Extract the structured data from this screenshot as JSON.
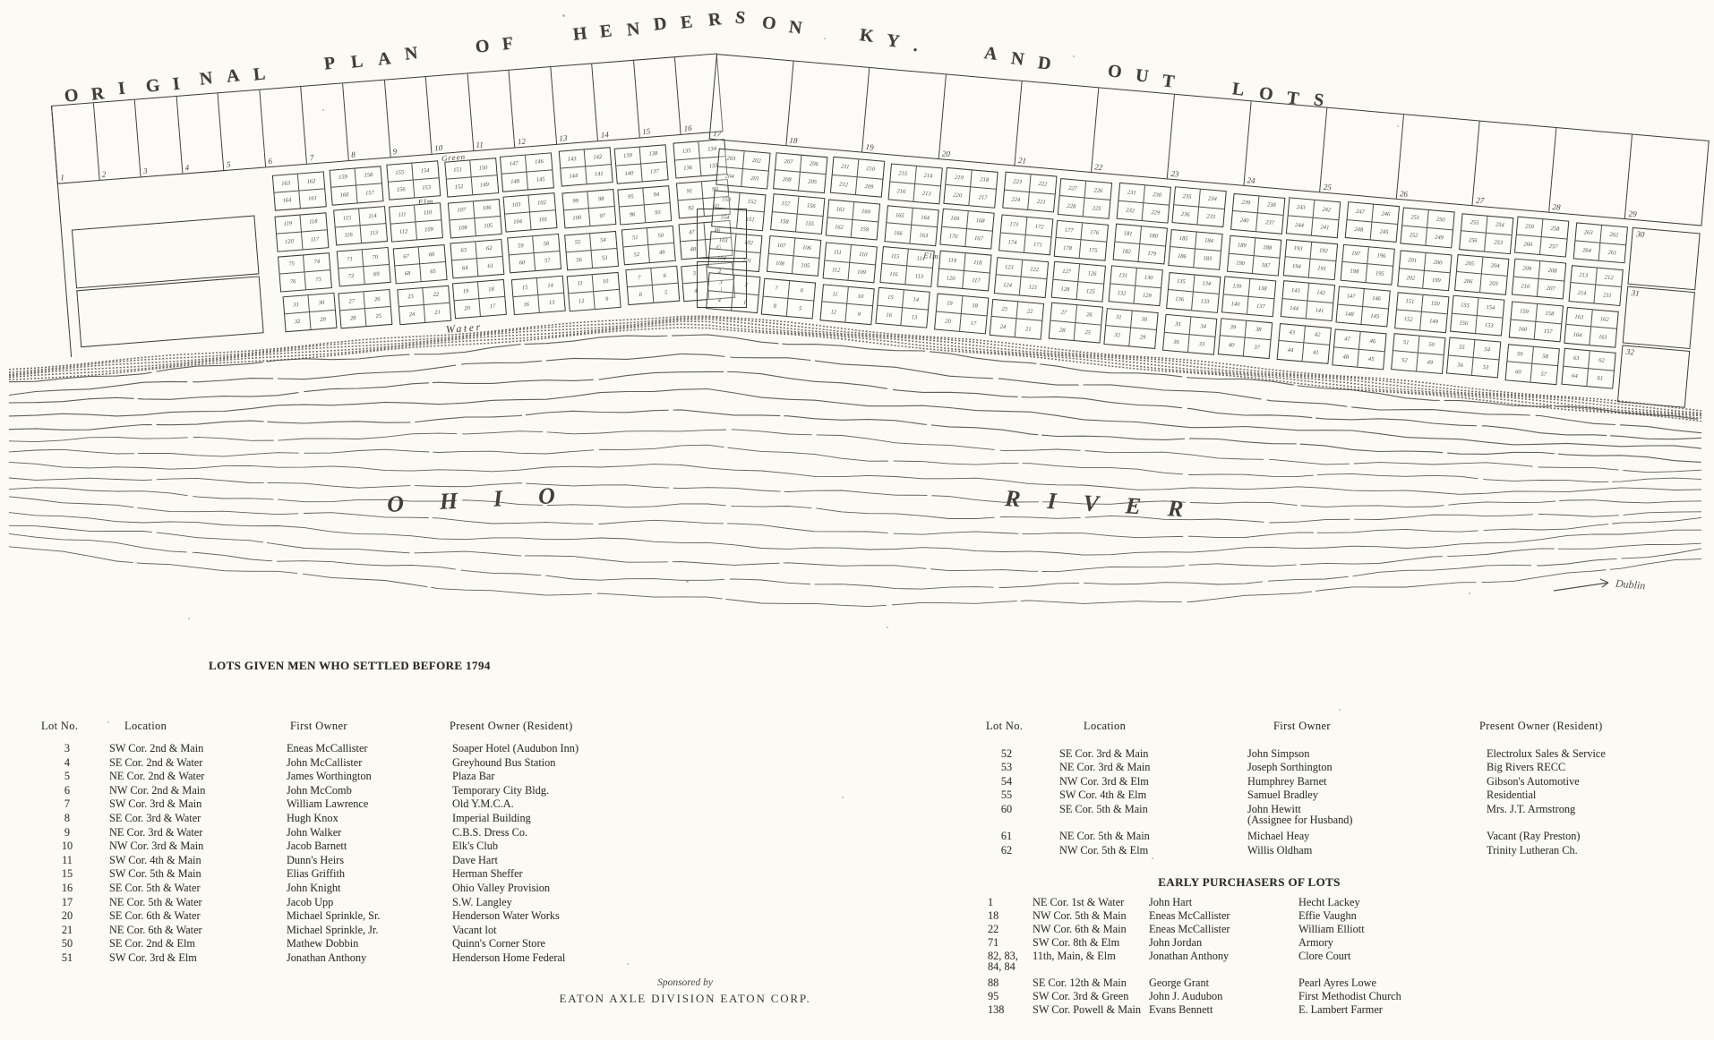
{
  "map": {
    "title_arc": "ORIGINAL PLAN OF HENDERSON KY. AND OUT LOTS",
    "street_labels": {
      "green": "Green",
      "elm": "Elm",
      "water": "Water"
    },
    "river": {
      "left": "OHIO",
      "right": "RIVER",
      "annotation": "Dublin"
    },
    "out_lots": {
      "left": [
        "1",
        "2",
        "3",
        "4",
        "5",
        "6",
        "7",
        "8",
        "9",
        "10",
        "11",
        "12",
        "13",
        "14",
        "15",
        "16"
      ],
      "right": [
        "17",
        "18",
        "19",
        "20",
        "21",
        "22",
        "23",
        "24",
        "25",
        "26",
        "27",
        "28",
        "29"
      ],
      "edge": [
        "30",
        "31",
        "32"
      ]
    },
    "block_numbering": {
      "left_row_starts": [
        133,
        89,
        45,
        1
      ],
      "right_row_starts": [
        201,
        151,
        101,
        1
      ]
    },
    "ink": "#3c3a34"
  },
  "tables": {
    "settlers": {
      "title": "LOTS GIVEN MEN WHO SETTLED BEFORE 1794",
      "headers": [
        "Lot No.",
        "Location",
        "First Owner",
        "Present Owner (Resident)"
      ],
      "rows": [
        [
          "3",
          "SW Cor. 2nd & Main",
          "Eneas McCallister",
          "Soaper Hotel (Audubon Inn)"
        ],
        [
          "4",
          "SE Cor. 2nd & Water",
          "John McCallister",
          "Greyhound Bus Station"
        ],
        [
          "5",
          "NE Cor. 2nd & Water",
          "James Worthington",
          "Plaza Bar"
        ],
        [
          "6",
          "NW Cor. 2nd & Main",
          "John McComb",
          "Temporary City Bldg."
        ],
        [
          "7",
          "SW Cor. 3rd & Main",
          "William Lawrence",
          "Old Y.M.C.A."
        ],
        [
          "8",
          "SE Cor. 3rd & Water",
          "Hugh Knox",
          "Imperial Building"
        ],
        [
          "9",
          "NE Cor. 3rd & Water",
          "John Walker",
          "C.B.S. Dress Co."
        ],
        [
          "10",
          "NW Cor. 3rd & Main",
          "Jacob Barnett",
          "Elk's Club"
        ],
        [
          "11",
          "SW Cor. 4th & Main",
          "Dunn's Heirs",
          "Dave Hart"
        ],
        [
          "15",
          "SW Cor. 5th & Main",
          "Elias Griffith",
          "Herman Sheffer"
        ],
        [
          "16",
          "SE Cor. 5th & Water",
          "John Knight",
          "Ohio Valley Provision"
        ],
        [
          "17",
          "NE Cor. 5th & Water",
          "Jacob Upp",
          "S.W. Langley"
        ],
        [
          "20",
          "SE Cor. 6th & Water",
          "Michael Sprinkle, Sr.",
          "Henderson Water Works"
        ],
        [
          "21",
          "NE Cor. 6th & Water",
          "Michael Sprinkle, Jr.",
          "Vacant lot"
        ],
        [
          "50",
          "SE Cor. 2nd & Elm",
          "Mathew Dobbin",
          "Quinn's Corner Store"
        ],
        [
          "51",
          "SW Cor. 3rd & Elm",
          "Jonathan Anthony",
          "Henderson Home Federal"
        ]
      ]
    },
    "purchasers": {
      "headers": [
        "Lot No.",
        "Location",
        "First Owner",
        "Present Owner (Resident)"
      ],
      "rows": [
        {
          "lot": [
            "52"
          ],
          "loc": "SE Cor. 3rd & Main",
          "first": [
            "John Simpson"
          ],
          "present": "Electrolux Sales & Service"
        },
        {
          "lot": [
            "53"
          ],
          "loc": "NE Cor. 3rd & Main",
          "first": [
            "Joseph Sorthington"
          ],
          "present": "Big Rivers RECC"
        },
        {
          "lot": [
            "54"
          ],
          "loc": "NW Cor. 3rd & Elm",
          "first": [
            "Humphrey Barnet"
          ],
          "present": "Gibson's Automotive"
        },
        {
          "lot": [
            "55"
          ],
          "loc": "SW Cor. 4th & Elm",
          "first": [
            "Samuel Bradley"
          ],
          "present": "Residential"
        },
        {
          "lot": [
            "60"
          ],
          "loc": "SE Cor. 5th & Main",
          "first": [
            "John Hewitt",
            "(Assignee for Husband)"
          ],
          "present": "Mrs. J.T. Armstrong"
        },
        {
          "lot": [
            "61"
          ],
          "loc": "NE Cor. 5th & Main",
          "first": [
            "Michael Heay"
          ],
          "present": "Vacant (Ray Preston)"
        },
        {
          "lot": [
            "62"
          ],
          "loc": "NW Cor. 5th & Elm",
          "first": [
            "Willis Oldham"
          ],
          "present": "Trinity Lutheran Ch."
        }
      ]
    },
    "early": {
      "title": "EARLY PURCHASERS OF LOTS",
      "rows": [
        {
          "lot": [
            "1"
          ],
          "loc": "NE Cor. 1st & Water",
          "first": [
            "John Hart"
          ],
          "present": "Hecht Lackey"
        },
        {
          "lot": [
            "18"
          ],
          "loc": "NW Cor. 5th & Main",
          "first": [
            "Eneas McCallister"
          ],
          "present": "Effie Vaughn"
        },
        {
          "lot": [
            "22"
          ],
          "loc": "NW Cor. 6th & Main",
          "first": [
            "Eneas McCallister"
          ],
          "present": "William Elliott"
        },
        {
          "lot": [
            "71"
          ],
          "loc": "SW Cor. 8th & Elm",
          "first": [
            "John Jordan"
          ],
          "present": "Armory"
        },
        {
          "lot": [
            "82, 83,",
            "84, 84"
          ],
          "loc": "11th, Main, & Elm",
          "first": [
            "Jonathan Anthony"
          ],
          "present": "Clore Court"
        },
        {
          "lot": [
            "88"
          ],
          "loc": "SE Cor. 12th & Main",
          "first": [
            "George Grant"
          ],
          "present": "Pearl Ayres Lowe"
        },
        {
          "lot": [
            "95"
          ],
          "loc": "SW Cor. 3rd & Green",
          "first": [
            "John J. Audubon"
          ],
          "present": "First Methodist Church"
        },
        {
          "lot": [
            "138"
          ],
          "loc": "SW Cor. Powell & Main",
          "first": [
            "Evans Bennett"
          ],
          "present": "E. Lambert Farmer"
        }
      ]
    },
    "sponsor": {
      "prefix": "Sponsored by",
      "name": "EATON AXLE DIVISION EATON CORP."
    }
  }
}
